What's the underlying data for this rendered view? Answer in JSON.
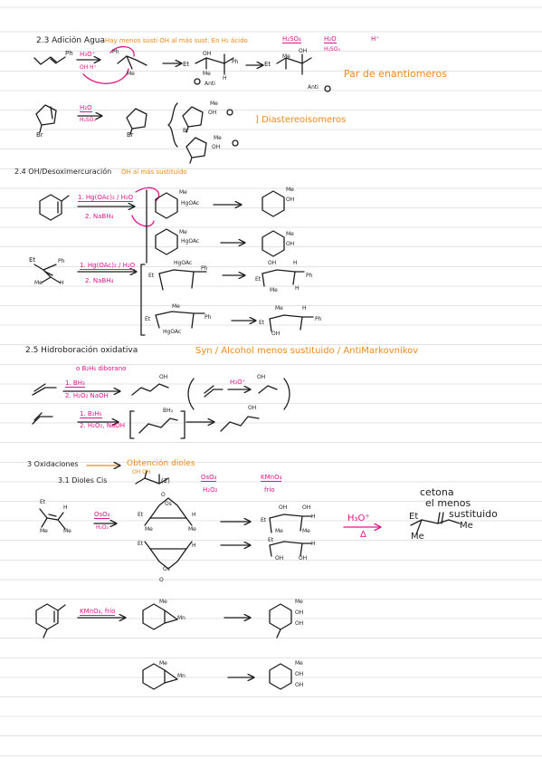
{
  "colors": {
    "ink": "#1d1d1d",
    "pink": "#e0158a",
    "orange": "#ee8a1a",
    "rule": "#e3e3e3"
  },
  "s23": {
    "title": "2.3 Adición Agua",
    "note": "Hay menos susti OH al más sust. En H₂ ácido",
    "reag1": "H₂SO₄",
    "reag2": "H₂O",
    "reag2b": "H₂SO₄",
    "reag3": "H⁺",
    "sm_label": "Ph",
    "arrow_top": "H₃O⁺",
    "arrow_bottom": "OH  H⁺",
    "inter_ph": "Ph",
    "inter_me": "Me",
    "p1_et": "Et",
    "p1_oh": "OH",
    "p1_me": "Me",
    "p1_ph": "Ph",
    "p1_tag": "Anti",
    "p1_h": "H",
    "p2_et": "Et",
    "p2_oh": "OH",
    "p2_me": "Me",
    "p2_tag": "Anti",
    "pair_note": "Par de enantiomeros",
    "cp_top": "H₂O",
    "cp_bottom": "H₂SO₄",
    "cp_br": "Br",
    "cp_me": "Me",
    "cp_oh": "OH",
    "diast_note": "] Diastereoisomeros"
  },
  "s24": {
    "title": "2.4 OH/Desoximercuración",
    "note": "OH al más sustituido",
    "reag1": "1. Hg(OAc)₂ / H₂O",
    "reag2": "2. NaBH₄",
    "hgoac": "HgOAc",
    "me": "Me",
    "oh": "OH",
    "reag1b": "1. Hg(OAc)₂ / H₂O",
    "reag2b": "2. NaBH₄",
    "et": "Et",
    "ph": "Ph",
    "h": "H"
  },
  "s25": {
    "title": "2.5 Hidroboración oxidativa",
    "note": "Syn / Alcohol menos sustituido / AntiMarkovnikov",
    "diborane": "o B₂H₆ diborano",
    "reag1": "1. BH₃",
    "reag2": "2. H₂O₂ NaOH",
    "oh": "OH",
    "h3o": "H₃O⁺",
    "reag1b": "1. B₂H₆",
    "reag2b": "2. H₂O₂, NaOH",
    "bh2": "BH₂"
  },
  "s3": {
    "title": "3 Oxidaciones",
    "note": "Obtención dioles",
    "sub": "3.1 Dioles Cis",
    "oh_pair": "OH   OH",
    "two": "(2)",
    "reag_oso4": "OsO₄",
    "reag_h2o2": "H₂O₂",
    "reag_kmno4": "KMnO₄",
    "reag_frio": "frío",
    "cetona1": "cetona",
    "cetona2": "el menos",
    "cetona3": "sustituido",
    "h3o": "H₃O⁺",
    "delta": "Δ",
    "et": "Et",
    "me": "Me",
    "h": "H",
    "oh": "OH",
    "o": "O",
    "os": "Os",
    "mn": "Mn",
    "kmno4_cold": "KMnO₄, frío"
  }
}
